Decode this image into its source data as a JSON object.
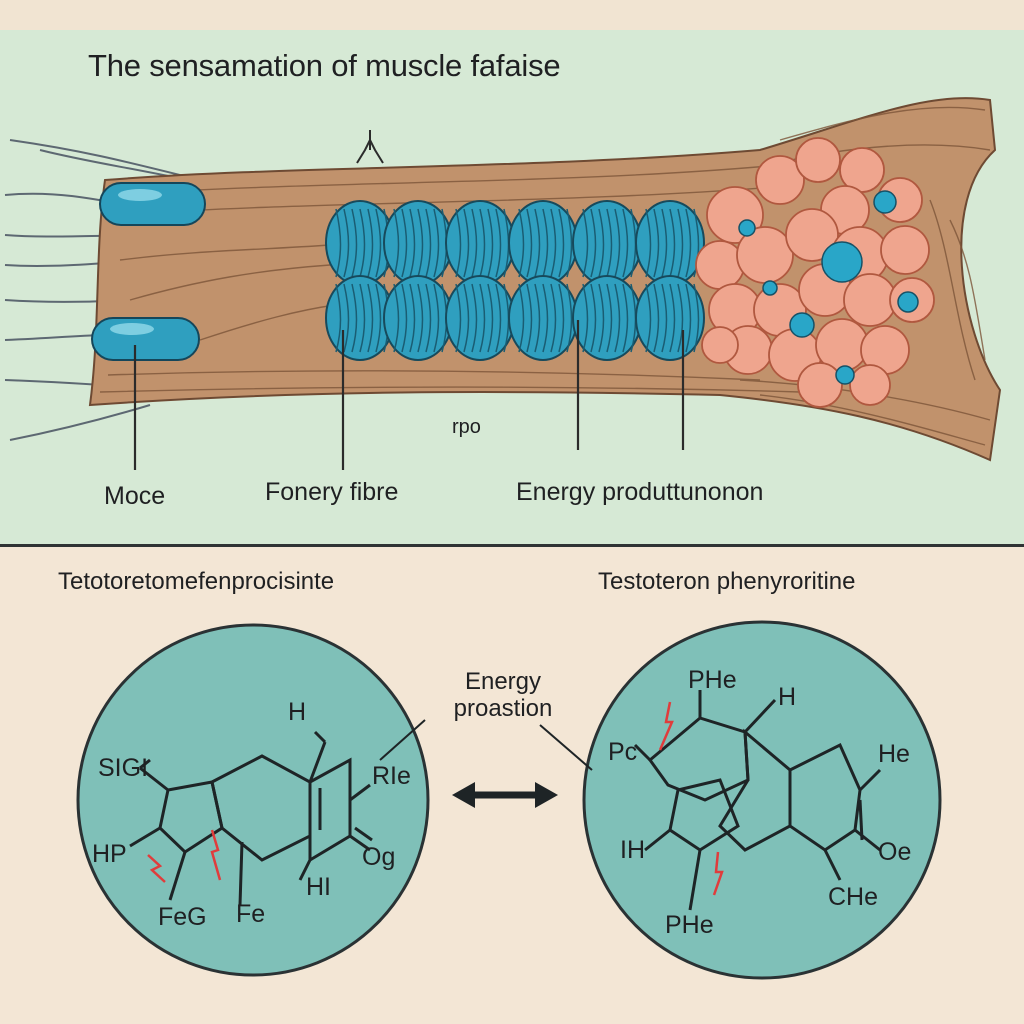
{
  "title": "The  sensamation of muscle fafaise",
  "labels": {
    "top_small": "rpo",
    "moce": "Moce",
    "fibre": "Fonery fibre",
    "energy_prod": "Energy produttunonon"
  },
  "left_molecule": {
    "title": "Tetotoretomefenprocisinte",
    "atoms": [
      "SIGI",
      "H",
      "RIe",
      "HP",
      "FeG",
      "Fe",
      "HI",
      "Og"
    ]
  },
  "center": {
    "line1": "Energy",
    "line2": "proastion"
  },
  "right_molecule": {
    "title": "Testoteron phenyroritine",
    "atoms": [
      "PHe",
      "H",
      "Pc",
      "He",
      "IH",
      "Oe",
      "CHe",
      "PHe"
    ]
  },
  "colors": {
    "background": "#f3e6d5",
    "diagram_panel": "#d6e9d5",
    "circle_fill": "#7fc0b8",
    "myofibril": "#2f9fbf",
    "fiber_tissue": "#b9875f",
    "fat_cells": "#efa58e",
    "lightning": "#e03c3c"
  }
}
